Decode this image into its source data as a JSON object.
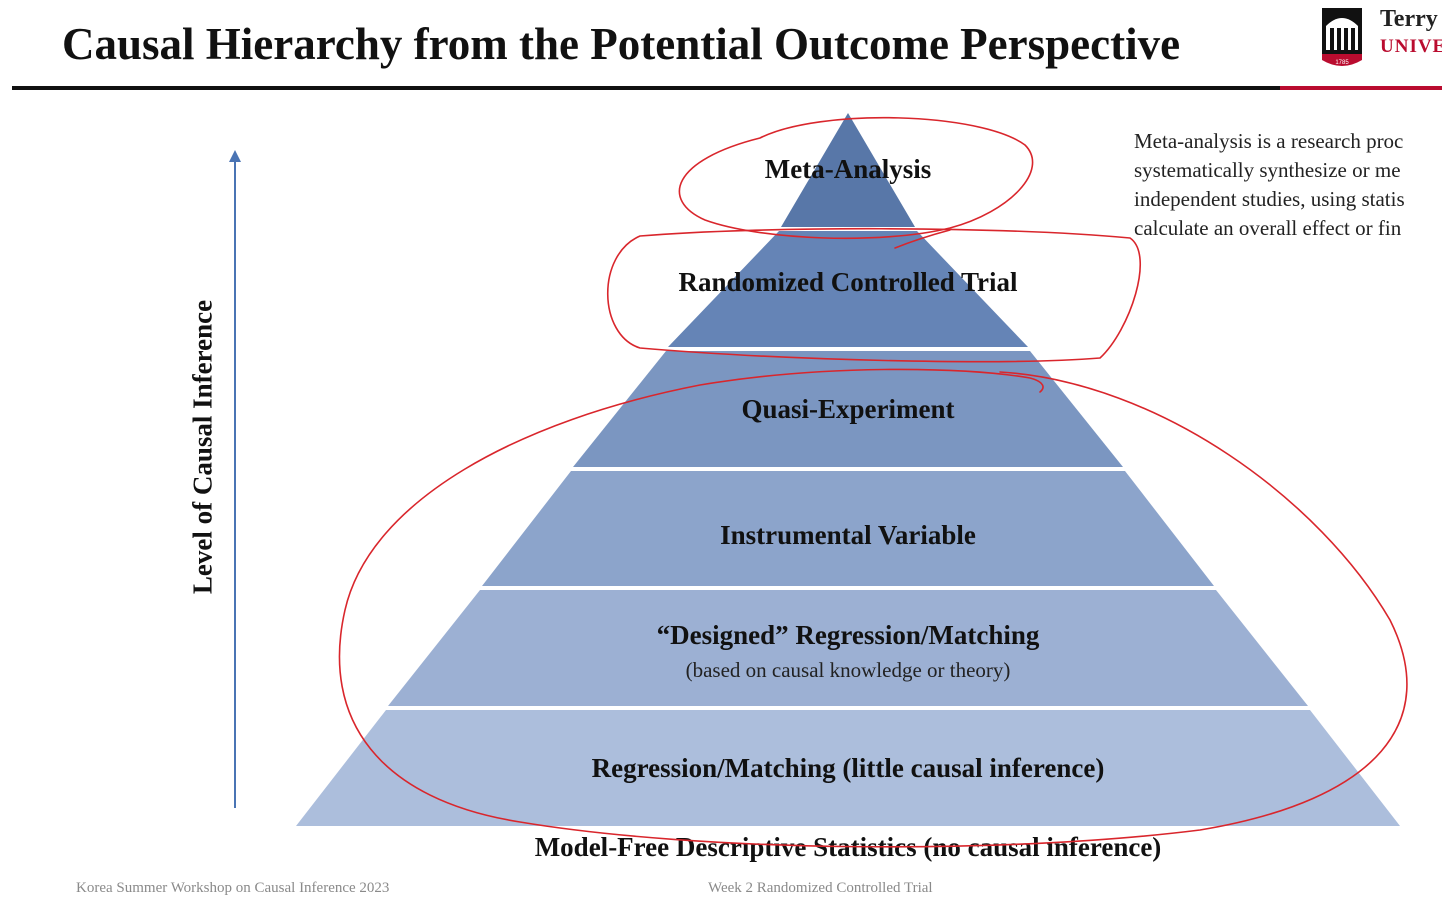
{
  "slide": {
    "title": "Causal Hierarchy from the Potential Outcome Perspective",
    "axis_label": "Level of Causal Inference",
    "logo": {
      "line1": "Terry",
      "line2": "UNIVE",
      "seal_year": "1785",
      "icon": "university-arch-icon"
    },
    "note_lines": [
      "Meta-analysis is a research proc",
      "systematically synthesize or me",
      "independent studies, using statis",
      "calculate an overall effect or fin"
    ],
    "tiers": [
      {
        "label": "Meta-Analysis",
        "sublabel": "",
        "color": "#5877a8"
      },
      {
        "label": "Randomized Controlled Trial",
        "sublabel": "",
        "color": "#6584b6"
      },
      {
        "label": "Quasi-Experiment",
        "sublabel": "",
        "color": "#7b96c1"
      },
      {
        "label": "Instrumental Variable",
        "sublabel": "",
        "color": "#8ca4cb"
      },
      {
        "label": "“Designed” Regression/Matching",
        "sublabel": "(based on causal knowledge or theory)",
        "color": "#9cb0d3"
      },
      {
        "label": "Regression/Matching (little causal inference)",
        "sublabel": "",
        "color": "#acbedc"
      }
    ],
    "base_label": "Model-Free Descriptive Statistics (no causal inference)",
    "footer_left": "Korea Summer Workshop on Causal Inference 2023",
    "footer_right": "Week  2  Randomized Controlled Trial",
    "colors": {
      "accent_red": "#ba0c2f",
      "ink": "#d9262c",
      "arrow": "#4a74b4"
    }
  }
}
